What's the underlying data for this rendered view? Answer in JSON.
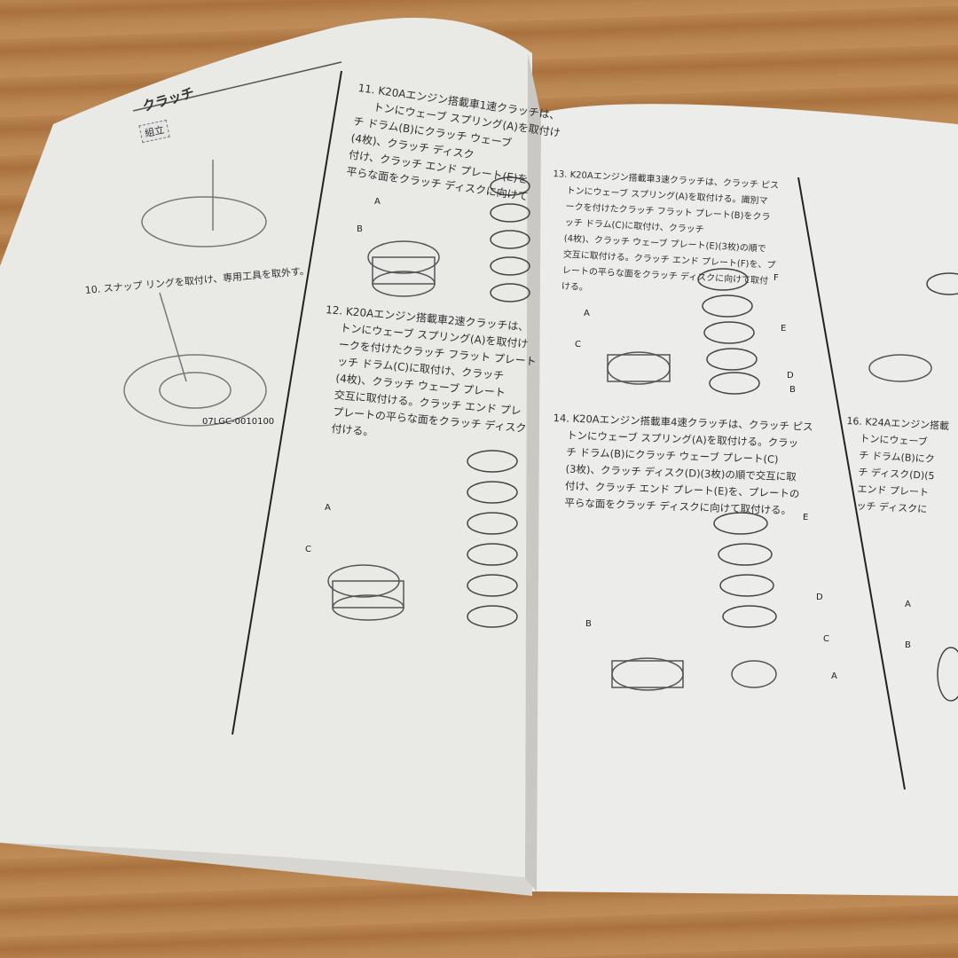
{
  "left_page": {
    "title": "クラッチ",
    "badge": "組立",
    "step10": "10. スナップ リングを取付け、専用工具を取外す。",
    "tool_label": "07LGC-0010100",
    "step11": {
      "lines": [
        "11. K20Aエンジン搭載車1速クラッチは、",
        "トンにウェーブ スプリング(A)を取付け",
        "チ ドラム(B)にクラッチ ウェーブ",
        "(4枚)、クラッチ ディスク",
        "付け、クラッチ エンド プレート(E)を",
        "平らな面をクラッチ ディスクに向けて"
      ],
      "labels": [
        "A",
        "B"
      ]
    },
    "step12": {
      "lines": [
        "12. K20Aエンジン搭載車2速クラッチは、",
        "トンにウェーブ スプリング(A)を取付け",
        "ークを付けたクラッチ フラット プレート",
        "ッチ ドラム(C)に取付け、クラッチ",
        "(4枚)、クラッチ ウェーブ プレート",
        "交互に取付ける。クラッチ エンド プレ",
        "プレートの平らな面をクラッチ ディスク",
        "付ける。"
      ],
      "labels": [
        "A",
        "C"
      ]
    }
  },
  "right_page": {
    "step13": {
      "lines": [
        "13. K20Aエンジン搭載車3速クラッチは、クラッチ ピス",
        "トンにウェーブ スプリング(A)を取付ける。識別マ",
        "ークを付けたクラッチ フラット プレート(B)をクラ",
        "ッチ ドラム(C)に取付け、クラッチ",
        "(4枚)、クラッチ ウェーブ プレート(E)(3枚)の順で",
        "交互に取付ける。クラッチ エンド プレート(F)を、プ",
        "レートの平らな面をクラッチ ディスクに向けて取付",
        "ける。"
      ],
      "labels": [
        "A",
        "C",
        "F",
        "E",
        "D",
        "B"
      ]
    },
    "step14": {
      "lines": [
        "14. K20Aエンジン搭載車4速クラッチは、クラッチ ピス",
        "トンにウェーブ スプリング(A)を取付ける。クラッ",
        "チ ドラム(B)にクラッチ ウェーブ プレート(C)",
        "(3枚)、クラッチ ディスク(D)(3枚)の順で交互に取",
        "付け、クラッチ エンド プレート(E)を、プレートの",
        "平らな面をクラッチ ディスクに向けて取付ける。"
      ],
      "labels": [
        "E",
        "D",
        "C",
        "A",
        "B"
      ]
    },
    "step16": {
      "lines": [
        "16. K24Aエンジン搭載",
        "トンにウェーブ",
        "チ ドラム(B)にク",
        "チ ディスク(D)(5",
        "エンド プレート",
        "ッチ ディスクに"
      ],
      "labels": [
        "A",
        "B"
      ]
    }
  },
  "colors": {
    "paper": "#ededeb",
    "wood": "#b27c48",
    "ink": "#2f2f2f"
  }
}
